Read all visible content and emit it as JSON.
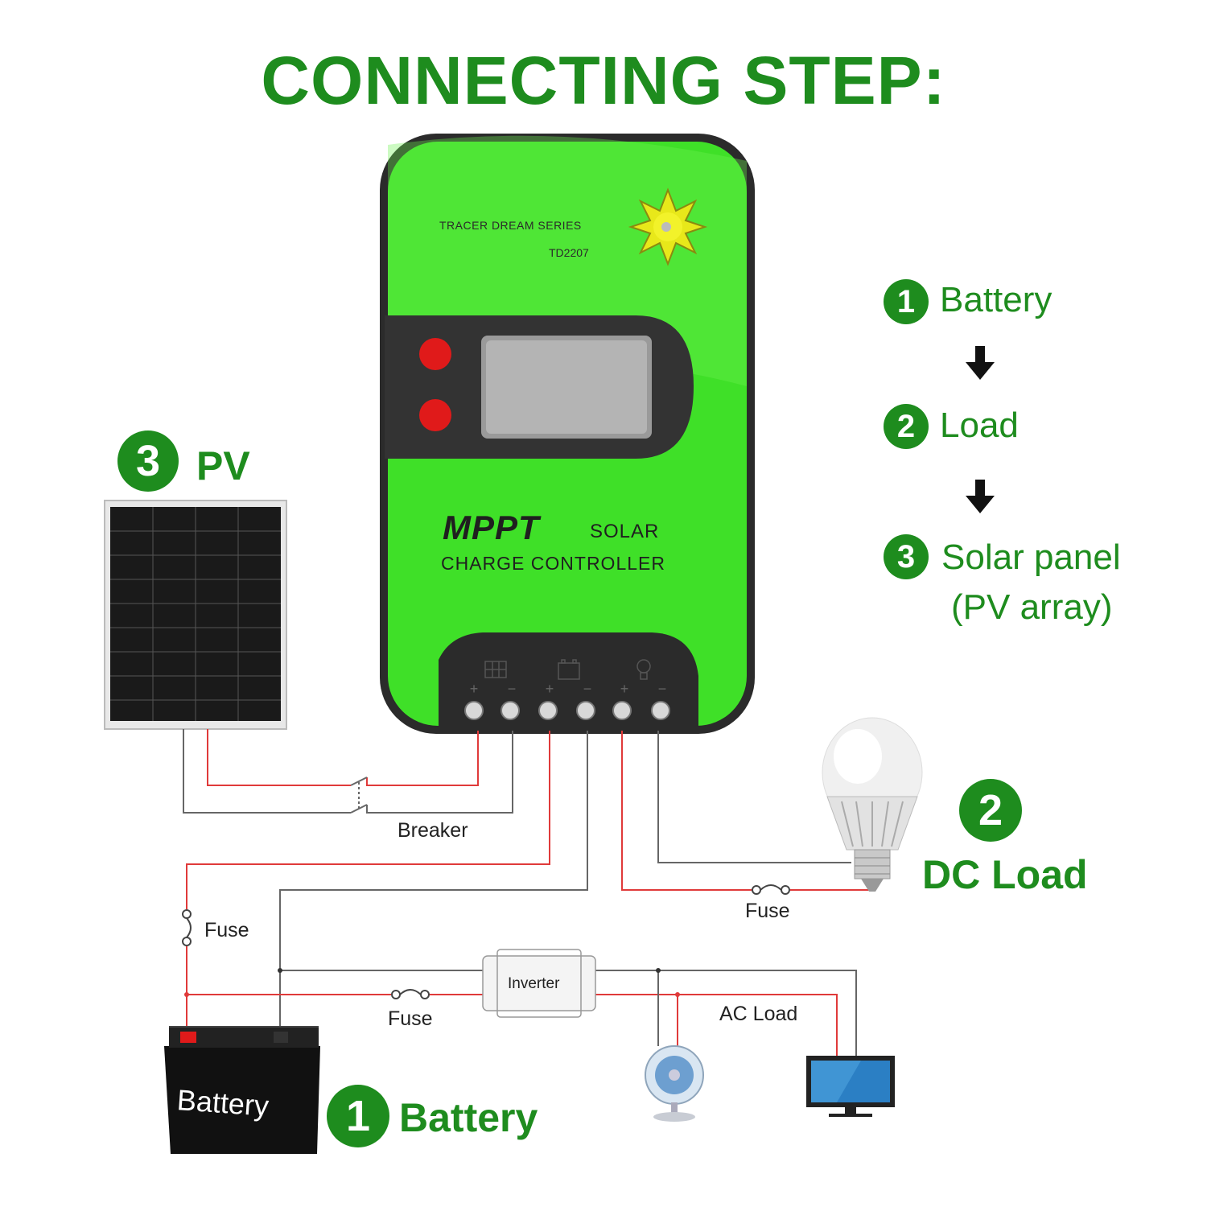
{
  "title": "CONNECTING STEP:",
  "controller": {
    "series": "TRACER DREAM SERIES",
    "model": "TD2207",
    "brand": "MPPT",
    "solar": "SOLAR",
    "subtitle": "CHARGE CONTROLLER",
    "terminal_signs": [
      "+",
      "−",
      "+",
      "−",
      "+",
      "−"
    ],
    "body_color": "#3fe028"
  },
  "steps": [
    {
      "number": "1",
      "label": "Battery"
    },
    {
      "number": "2",
      "label": "Load"
    },
    {
      "number": "3",
      "label": "Solar panel",
      "label2": "(PV array)"
    }
  ],
  "pv": {
    "number": "3",
    "label": "PV"
  },
  "battery": {
    "number": "1",
    "label": "Battery",
    "body_label": "Battery"
  },
  "dc_load": {
    "number": "2",
    "label": "DC Load"
  },
  "wiring": {
    "breaker": "Breaker",
    "fuse_battery": "Fuse",
    "fuse_inverter": "Fuse",
    "fuse_load": "Fuse",
    "inverter": "Inverter",
    "ac_load": "AC Load"
  },
  "colors": {
    "accent": "#1e8c1e",
    "positive_wire": "#e03a3a",
    "negative_wire": "#555555"
  }
}
